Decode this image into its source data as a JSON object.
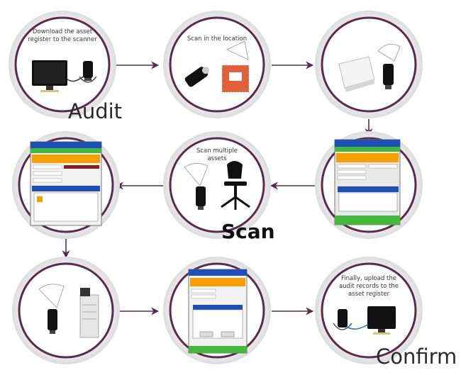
{
  "steps": [
    {
      "caption": "Download the asset register to the scanner"
    },
    {
      "caption": "Scan in the location"
    },
    {
      "caption": ""
    },
    {
      "caption": ""
    },
    {
      "caption": "Scan multiple assets"
    },
    {
      "caption": ""
    },
    {
      "caption": ""
    },
    {
      "caption": ""
    },
    {
      "caption": "Finally, upload the audit records to the asset register"
    }
  ],
  "stage_labels": {
    "audit": "Audit",
    "scan": "Scan",
    "confirm": "Confirm"
  },
  "colors": {
    "ring": "#5b2b4e",
    "arrow": "#5b2b4e",
    "screen_header": "#1e4fb8",
    "screen_orange": "#f5a000",
    "screen_green": "#44b83a"
  }
}
